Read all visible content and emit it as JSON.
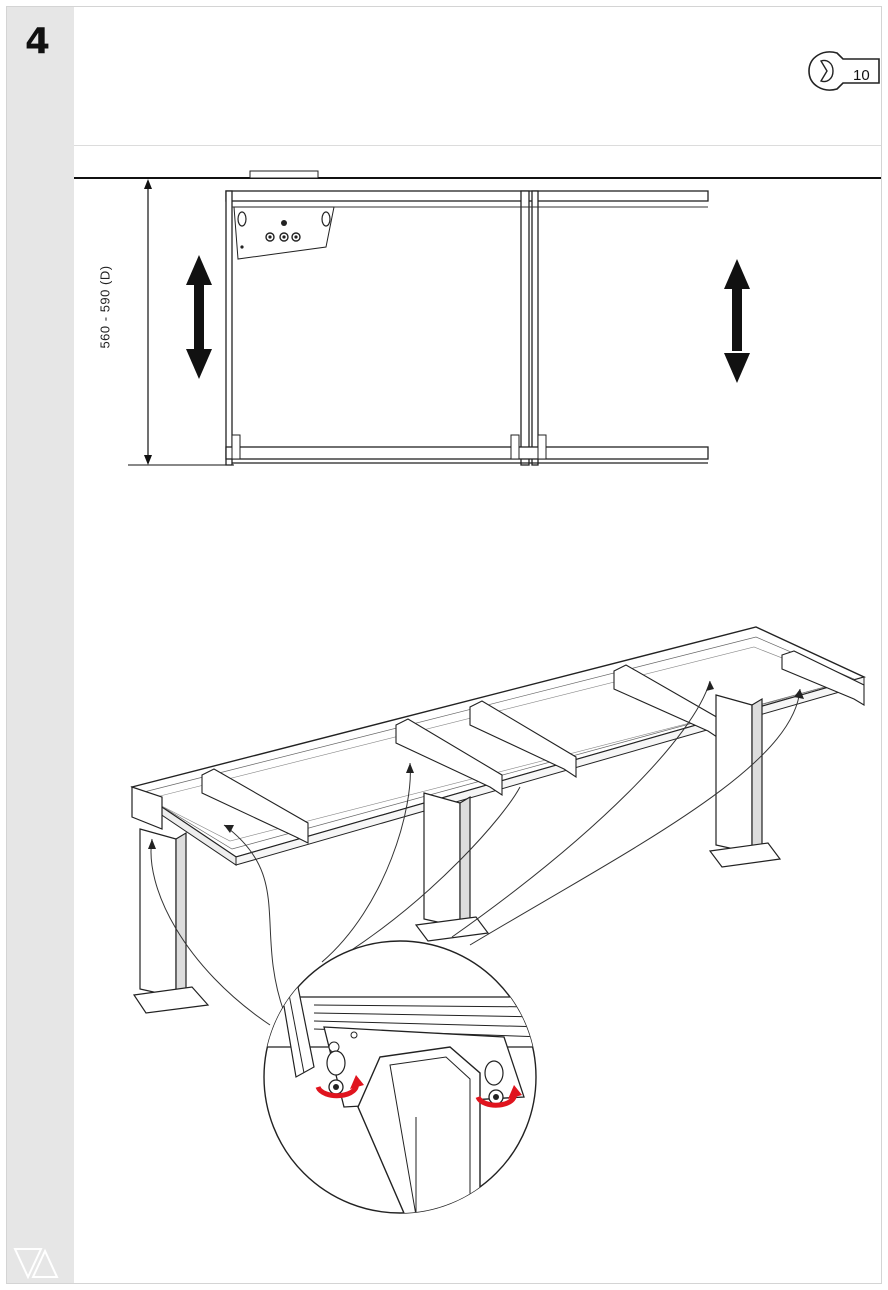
{
  "step": {
    "number": "4"
  },
  "tool": {
    "icon": "wrench-icon",
    "size": "10"
  },
  "dimension": {
    "label": "560 - 590  (D)"
  },
  "colors": {
    "rotation_arrow": "#e0141e",
    "sidebar": "#e6e6e6"
  },
  "brand": {
    "icon": "triangle-logo-icon"
  }
}
